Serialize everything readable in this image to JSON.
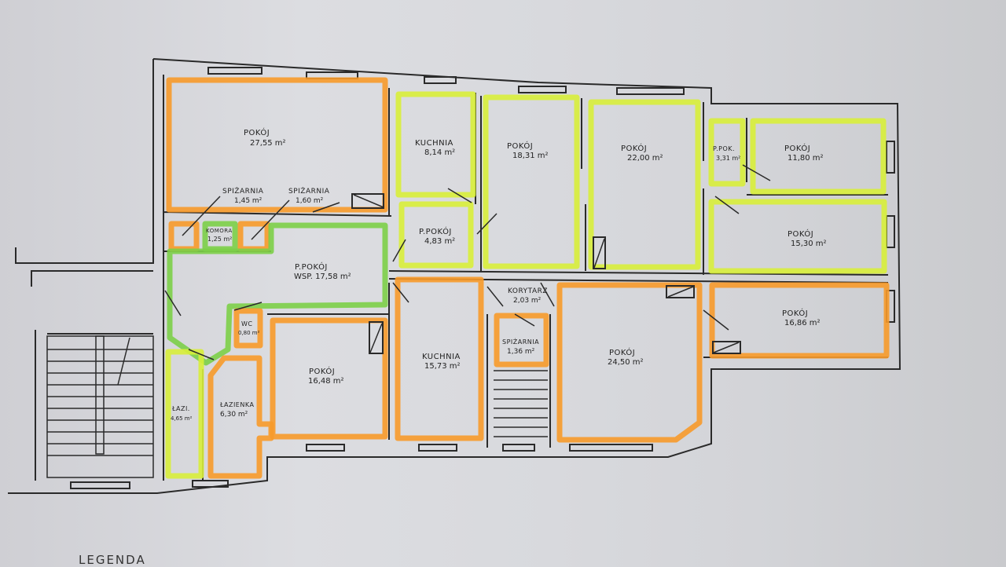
{
  "plan": {
    "legend_label": "LEGENDA",
    "colors": {
      "orange": "#f79a2a",
      "yellow": "#d8ee3a",
      "green": "#7ccf48"
    },
    "rooms": [
      {
        "name": "POKÓJ",
        "area": "27,55 m²",
        "color": "orange"
      },
      {
        "name": "KUCHNIA",
        "area": "8,14 m²",
        "color": "yellow"
      },
      {
        "name": "POKÓJ",
        "area": "18,31 m²",
        "color": "yellow"
      },
      {
        "name": "POKÓJ",
        "area": "22,00 m²",
        "color": "yellow"
      },
      {
        "name": "P.POK.",
        "area": "3,31 m²",
        "color": "yellow"
      },
      {
        "name": "POKÓJ",
        "area": "11,80 m²",
        "color": "yellow"
      },
      {
        "name": "POKÓJ",
        "area": "15,30 m²",
        "color": "yellow"
      },
      {
        "name": "P.POKÓJ",
        "area": "4,83 m²",
        "color": "yellow"
      },
      {
        "name": "SPIŻARNIA",
        "area": "1,45 m²",
        "color": "orange"
      },
      {
        "name": "KOMORA",
        "area": "1,25 m²",
        "color": "green"
      },
      {
        "name": "SPIŻARNIA",
        "area": "1,60 m²",
        "color": "orange"
      },
      {
        "name": "P.POKÓJ",
        "area": "WSP. 17,58 m²",
        "color": "green"
      },
      {
        "name": "WC",
        "area": "0,80 m²",
        "color": "orange"
      },
      {
        "name": "ŁAZIENKA",
        "area": "6,30 m²",
        "color": "orange"
      },
      {
        "name": "ŁAZI.",
        "area": "4,65 m²",
        "color": "yellow"
      },
      {
        "name": "POKÓJ",
        "area": "16,48 m²",
        "color": "orange"
      },
      {
        "name": "KUCHNIA",
        "area": "15,73 m²",
        "color": "orange"
      },
      {
        "name": "KORYTARZ",
        "area": "2,03 m²",
        "color": "orange"
      },
      {
        "name": "SPIŻARNIA",
        "area": "1,36 m²",
        "color": "orange"
      },
      {
        "name": "POKÓJ",
        "area": "24,50 m²",
        "color": "orange"
      },
      {
        "name": "POKÓJ",
        "area": "16,86 m²",
        "color": "orange"
      }
    ]
  }
}
